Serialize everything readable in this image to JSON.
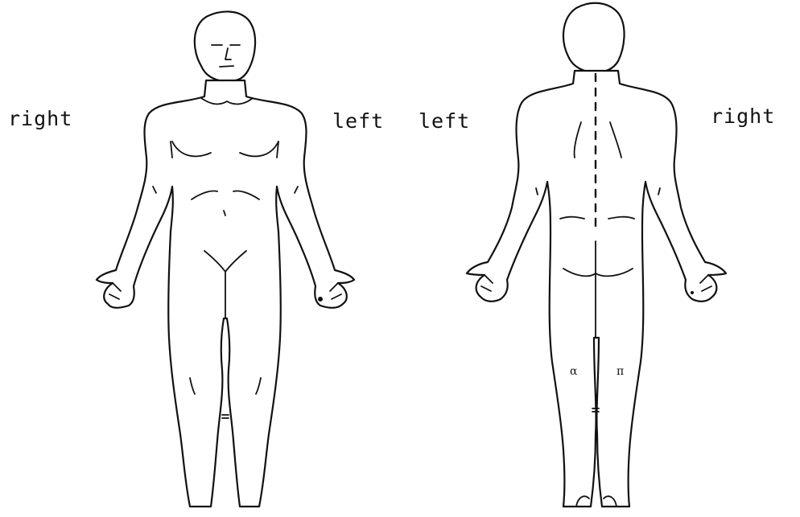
{
  "front_view": {
    "label_right": "right",
    "label_left": "left"
  },
  "back_view": {
    "label_left": "left",
    "label_right": "right"
  }
}
